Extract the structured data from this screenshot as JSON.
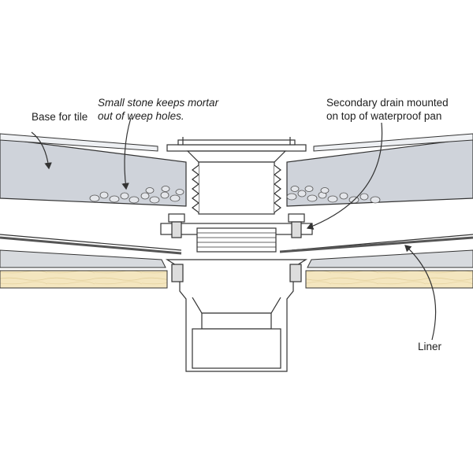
{
  "labels": {
    "base_for_tile": "Base for tile",
    "small_stone_line1": "Small stone keeps mortar",
    "small_stone_line2": "out of weep holes.",
    "secondary_line1": "Secondary drain mounted",
    "secondary_line2": "on top of waterproof pan",
    "liner": "Liner"
  },
  "colors": {
    "outline": "#333333",
    "mortar_bed": "#cfd3da",
    "concrete_bed": "#d7dade",
    "pipe_fill": "#ffffff",
    "wood": "#f4e6bf",
    "stone": "#e4e6ea"
  }
}
